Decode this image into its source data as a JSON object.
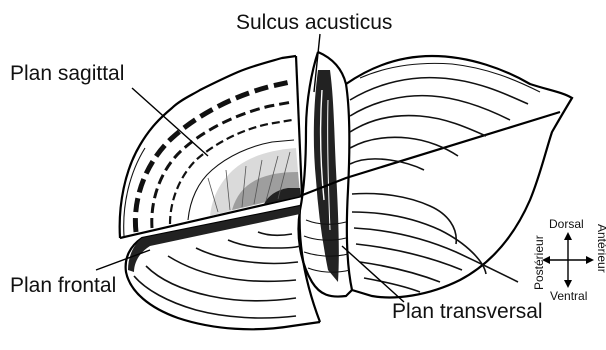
{
  "labels": {
    "sulcus": "Sulcus acusticus",
    "sagittal": "Plan sagittal",
    "frontal": "Plan frontal",
    "transversal": "Plan transversal"
  },
  "orientation": {
    "dorsal": "Dorsal",
    "ventral": "Ventral",
    "posterior": "Postérieur",
    "anterior": "Antérieur"
  }
}
